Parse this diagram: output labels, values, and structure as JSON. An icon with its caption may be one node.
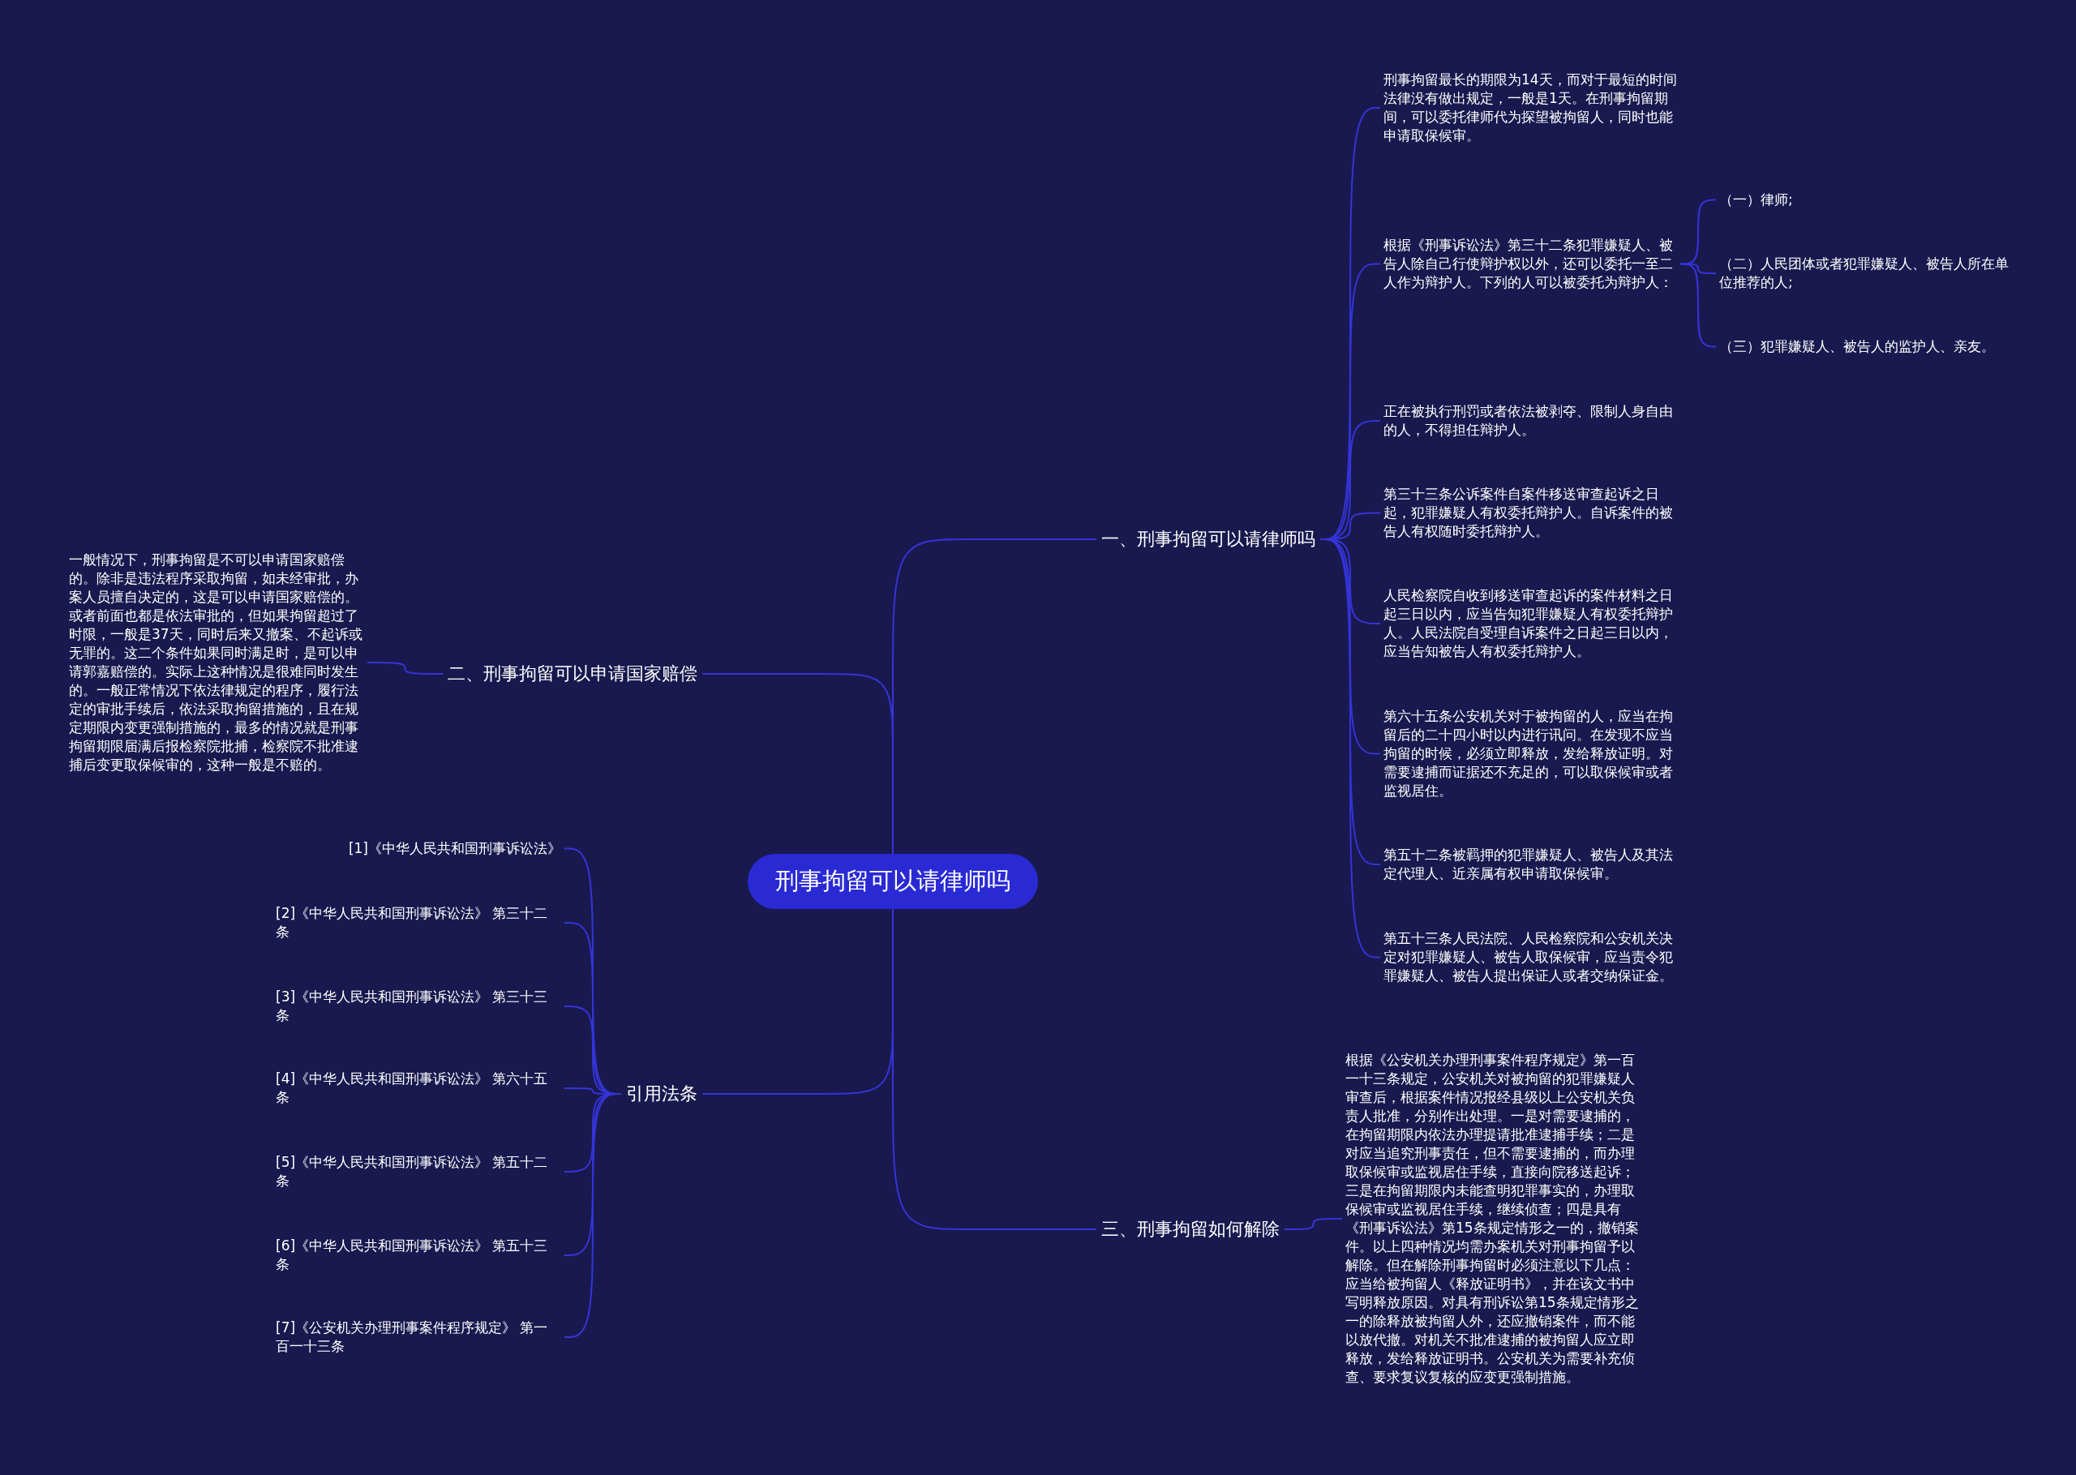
{
  "diagram": {
    "nodes": [
      {
        "text": [
          "刑事拘留可以请律师吗"
        ]
      },
      {
        "text": [
          "一、刑事拘留可以请律师吗"
        ]
      },
      {
        "text": [
          "刑事拘留最长的期限为14天，而对于最短的时间法律没有做出规定，一般是1天。在刑事拘留期间，可以委托律师代为探望被拘留人，同时也能申请取保候审。"
        ]
      },
      {
        "text": [
          "根据《刑事诉讼法》第三十二条犯罪嫌疑人、被告人除自己行使辩护权以外，还可以委托一至二人作为辩护人。下列的人可以被委托为辩护人："
        ]
      },
      {
        "text": [
          "（一）律师;"
        ]
      },
      {
        "text": [
          "（二）人民团体或者犯罪嫌疑人、被告人所在单位推荐的人;"
        ]
      },
      {
        "text": [
          "（三）犯罪嫌疑人、被告人的监护人、亲友。"
        ]
      },
      {
        "text": [
          "正在被执行刑罚或者依法被剥夺、限制人身自由的人，不得担任辩护人。"
        ]
      },
      {
        "text": [
          "第三十三条公诉案件自案件移送审查起诉之日起，犯罪嫌疑人有权委托辩护人。自诉案件的被告人有权随时委托辩护人。"
        ]
      },
      {
        "text": [
          "人民检察院自收到移送审查起诉的案件材料之日起三日以内，应当告知犯罪嫌疑人有权委托辩护人。人民法院自受理自诉案件之日起三日以内，应当告知被告人有权委托辩护人。"
        ]
      },
      {
        "text": [
          "第六十五条公安机关对于被拘留的人，应当在拘留后的二十四小时以内进行讯问。在发现不应当拘留的时候，必须立即释放，发给释放证明。对需要逮捕而证据还不充足的，可以取保候审或者监视居住。"
        ]
      },
      {
        "text": [
          "第五十二条被羁押的犯罪嫌疑人、被告人及其法定代理人、近亲属有权申请取保候审。"
        ]
      },
      {
        "text": [
          "第五十三条人民法院、人民检察院和公安机关决定对犯罪嫌疑人、被告人取保候审，应当责令犯罪嫌疑人、被告人提出保证人或者交纳保证金。"
        ]
      },
      {
        "text": [
          "二、刑事拘留可以申请国家赔偿"
        ]
      },
      {
        "text": [
          "一般情况下，刑事拘留是不可以申请国家赔偿的。除非是违法程序采取拘留，如未经审批，办案人员擅自决定的，这是可以申请国家赔偿的。或者前面也都是依法审批的，但如果拘留超过了时限，一般是37天，同时后来又撤案、不起诉或无罪的。这二个条件如果同时满足时，是可以申请郭嘉赔偿的。实际上这种情况是很难同时发生的。一般正常情况下依法律规定的程序，履行法定的审批手续后，依法采取拘留措施的，且在规定期限内变更强制措施的，最多的情况就是刑事拘留期限届满后报检察院批捕，检察院不批准逮捕后变更取保候审的，这种一般是不赔的。"
        ]
      },
      {
        "text": [
          "引用法条"
        ]
      },
      {
        "text": [
          "[1]《中华人民共和国刑事诉讼法》"
        ]
      },
      {
        "text": [
          "[2]《中华人民共和国刑事诉讼法》 第三十二条"
        ]
      },
      {
        "text": [
          "[3]《中华人民共和国刑事诉讼法》 第三十三条"
        ]
      },
      {
        "text": [
          "[4]《中华人民共和国刑事诉讼法》 第六十五条"
        ]
      },
      {
        "text": [
          "[5]《中华人民共和国刑事诉讼法》 第五十二条"
        ]
      },
      {
        "text": [
          "[6]《中华人民共和国刑事诉讼法》 第五十三条"
        ]
      },
      {
        "text": [
          "[7]《公安机关办理刑事案件程序规定》 第一百一十三条"
        ]
      },
      {
        "text": [
          "三、刑事拘留如何解除"
        ]
      },
      {
        "text": [
          "根据《公安机关办理刑事案件程序规定》第一百一十三条规定，公安机关对被拘留的犯罪嫌疑人审查后，根据案件情况报经县级以上公安机关负责人批准，分别作出处理。一是对需要逮捕的，在拘留期限内依法办理提请批准逮捕手续；二是对应当追究刑事责任，但不需要逮捕的，而办理取保候审或监视居住手续，直接向院移送起诉；三是在拘留期限内未能查明犯罪事实的，办理取保候审或监视居住手续，继续侦查；四是具有《刑事诉讼法》第15条规定情形之一的，撤销案件。以上四种情况均需办案机关对刑事拘留予以解除。但在解除刑事拘留时必须注意以下几点：应当给被拘留人《释放证明书》，并在该文书中写明释放原因。对具有刑诉讼第15条规定情形之一的除释放被拘留人外，还应撤销案件，而不能以放代撤。对机关不批准逮捕的被拘留人应立即释放，发给释放证明书。公安机关为需要补充侦查、要求复议复核的应变更强制措施。"
        ]
      }
    ],
    "edges": [
      {
        "from": 0,
        "to": 1,
        "arrow": "none"
      },
      {
        "from": 1,
        "to": 2,
        "arrow": "none"
      },
      {
        "from": 1,
        "to": 3,
        "arrow": "none"
      },
      {
        "from": 3,
        "to": 4,
        "arrow": "none"
      },
      {
        "from": 3,
        "to": 5,
        "arrow": "none"
      },
      {
        "from": 3,
        "to": 6,
        "arrow": "none"
      },
      {
        "from": 1,
        "to": 7,
        "arrow": "none"
      },
      {
        "from": 1,
        "to": 8,
        "arrow": "none"
      },
      {
        "from": 1,
        "to": 9,
        "arrow": "none"
      },
      {
        "from": 1,
        "to": 10,
        "arrow": "none"
      },
      {
        "from": 1,
        "to": 11,
        "arrow": "none"
      },
      {
        "from": 1,
        "to": 12,
        "arrow": "none"
      },
      {
        "from": 0,
        "to": 13,
        "arrow": "none"
      },
      {
        "from": 13,
        "to": 14,
        "arrow": "none"
      },
      {
        "from": 0,
        "to": 15,
        "arrow": "none"
      },
      {
        "from": 15,
        "to": 16,
        "arrow": "none"
      },
      {
        "from": 15,
        "to": 17,
        "arrow": "none"
      },
      {
        "from": 15,
        "to": 18,
        "arrow": "none"
      },
      {
        "from": 15,
        "to": 19,
        "arrow": "none"
      },
      {
        "from": 15,
        "to": 20,
        "arrow": "none"
      },
      {
        "from": 15,
        "to": 21,
        "arrow": "none"
      },
      {
        "from": 15,
        "to": 22,
        "arrow": "none"
      },
      {
        "from": 0,
        "to": 23,
        "arrow": "none"
      },
      {
        "from": 23,
        "to": 24,
        "arrow": "none"
      }
    ]
  }
}
